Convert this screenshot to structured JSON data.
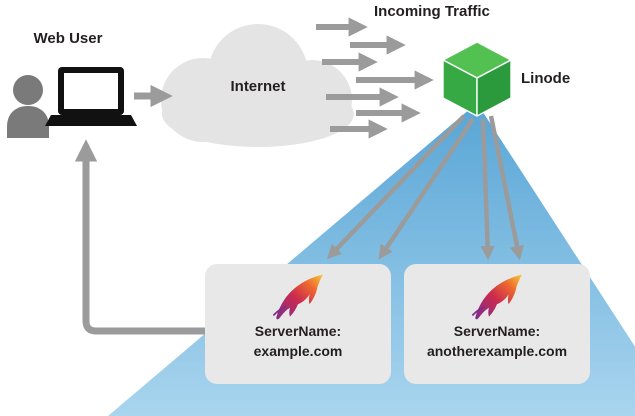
{
  "labels": {
    "web_user": "Web User",
    "internet": "Internet",
    "incoming_traffic": "Incoming Traffic",
    "linode": "Linode"
  },
  "servers": [
    {
      "line1": "ServerName:",
      "line2": "example.com"
    },
    {
      "line1": "ServerName:",
      "line2": "anotherexample.com"
    }
  ],
  "icons": {
    "user": "user-icon",
    "laptop": "laptop-icon",
    "cloud": "cloud-icon",
    "cube": "linode-cube-icon",
    "feather": "apache-feather-icon"
  },
  "colors": {
    "arrow_gray": "#9b9b9b",
    "cloud_gray": "#e4e4e4",
    "box_gray": "#e8e8e8",
    "text_dark": "#231f20",
    "user_gray": "#7a7a7a",
    "laptop_black": "#111111",
    "linode_green_top": "#52c152",
    "linode_green_left": "#36a844",
    "linode_green_right": "#2b9a3c",
    "cone_blue_top": "#58a5d6",
    "cone_blue_bottom": "#a9d5ee"
  }
}
